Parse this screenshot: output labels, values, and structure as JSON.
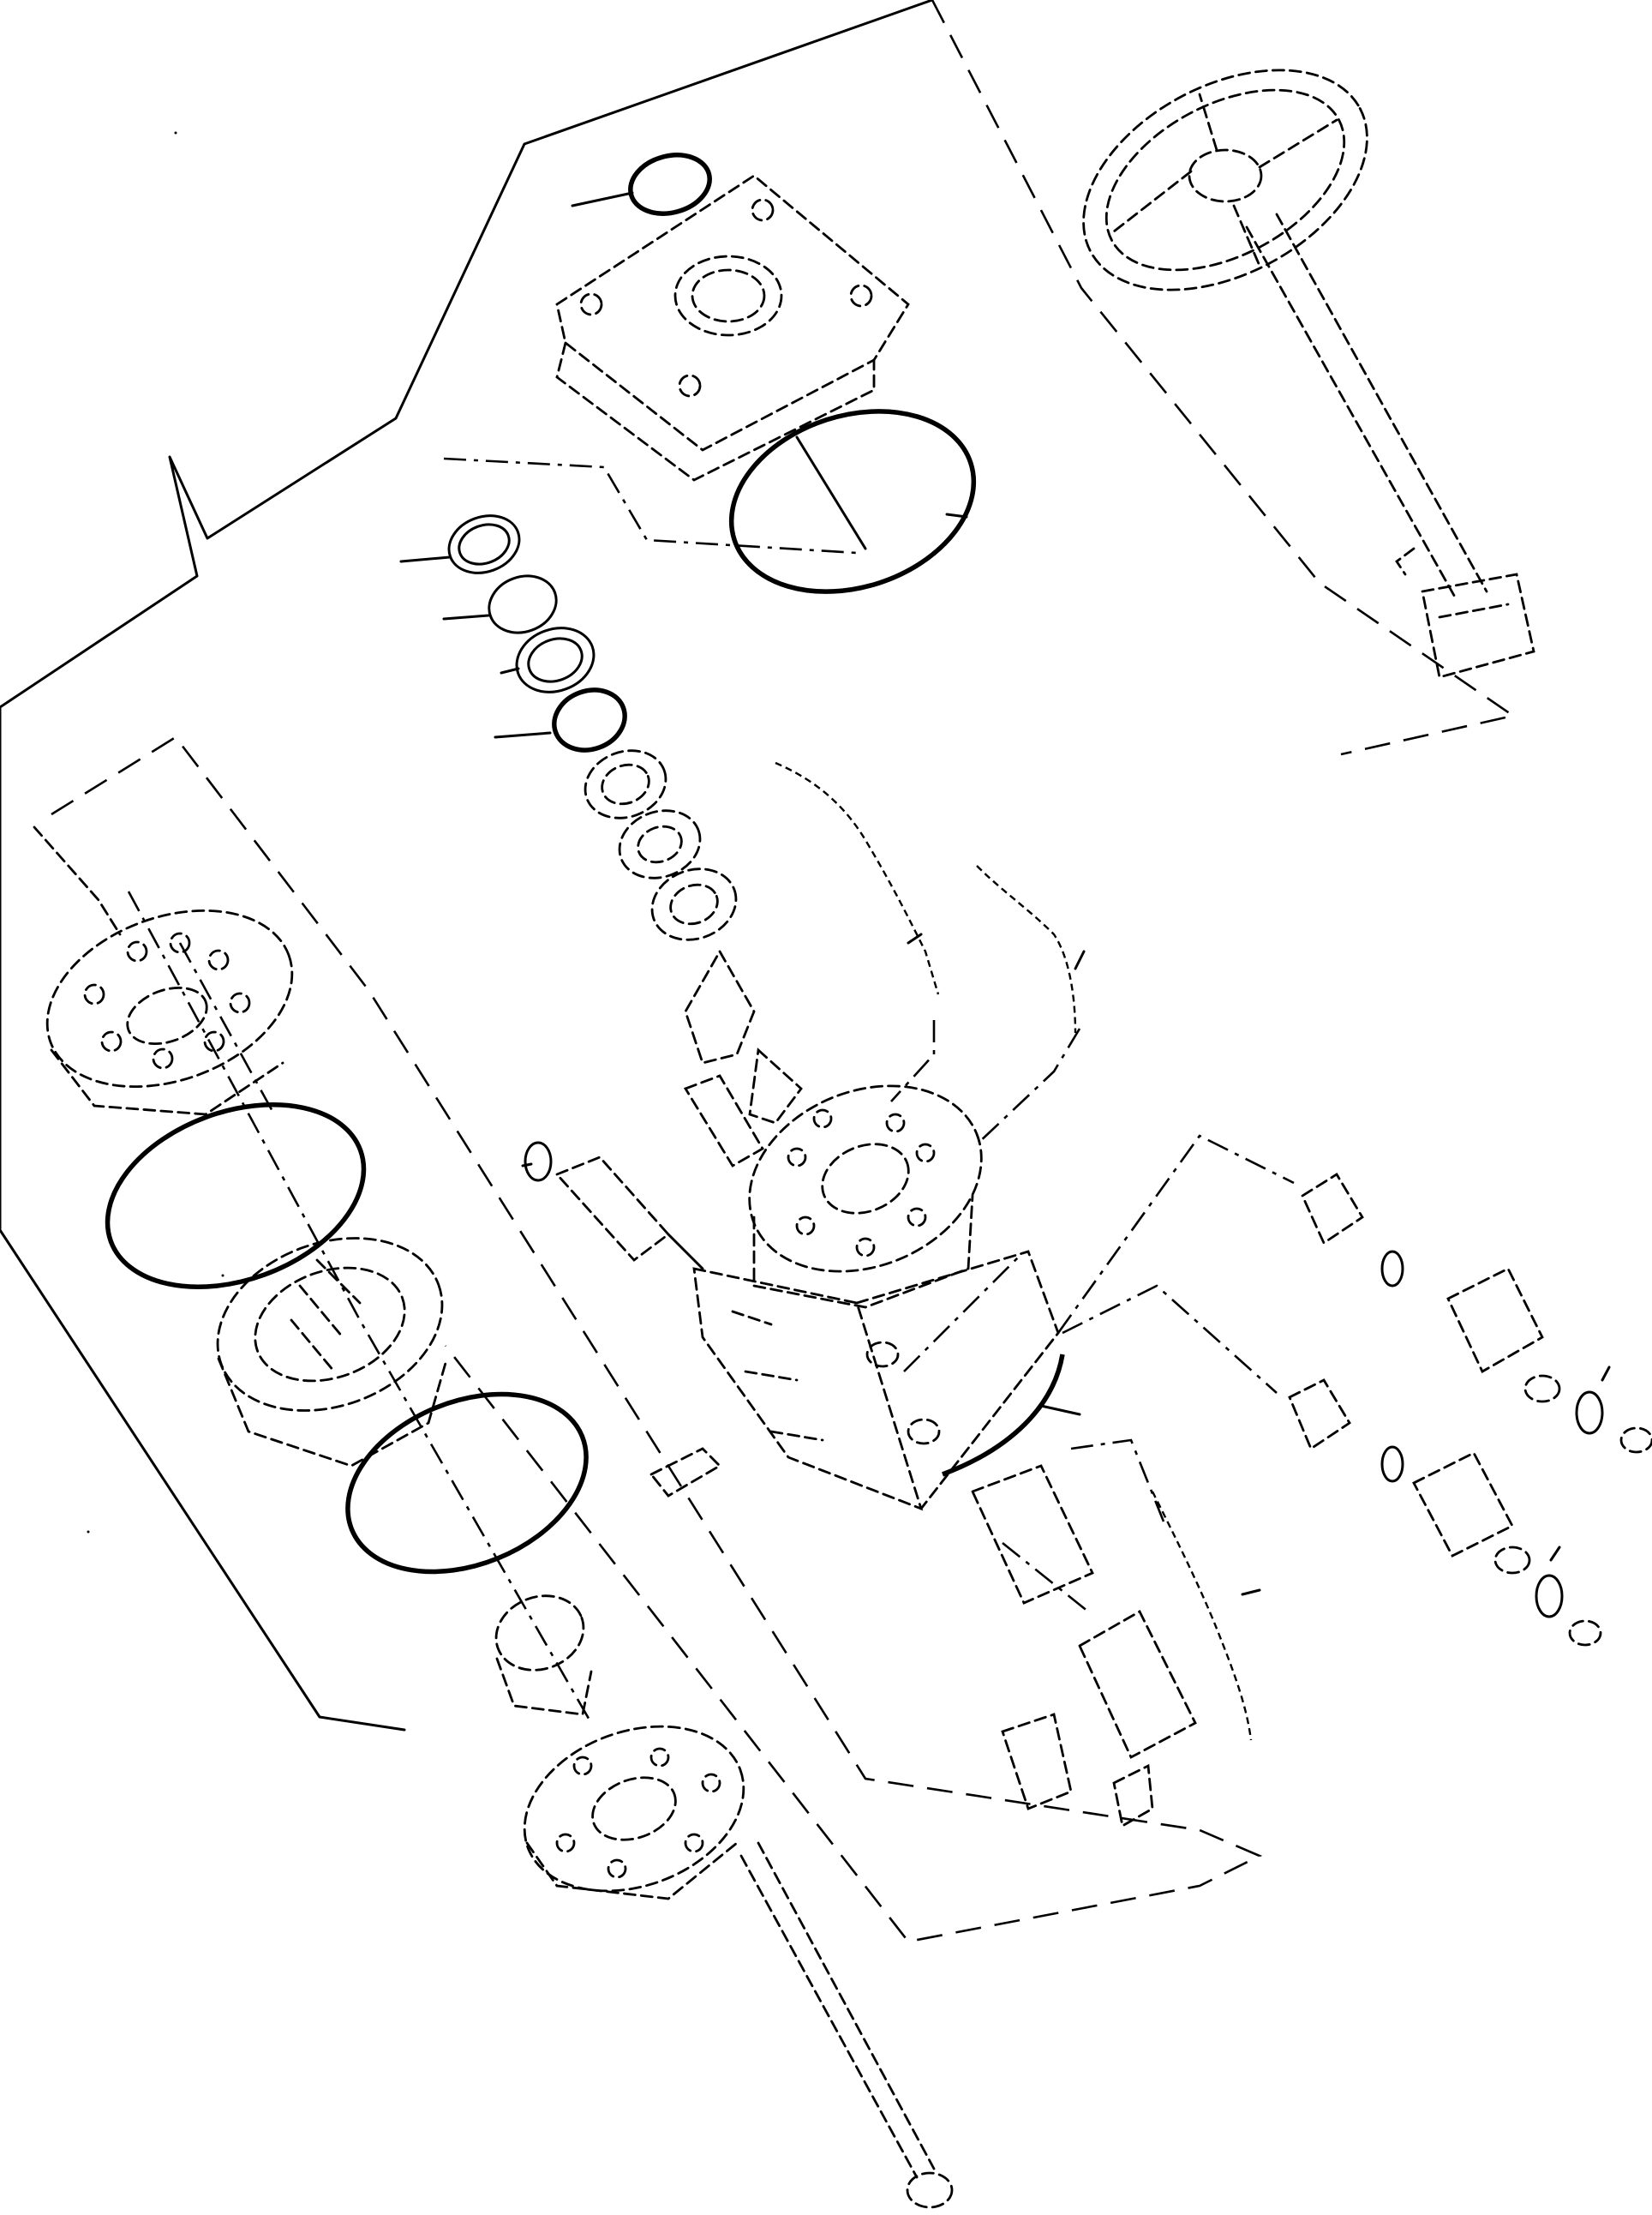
{
  "diagram": {
    "type": "exploded-parts-view",
    "callout_labels": [],
    "colors": {
      "line": "#000000",
      "background": "#ffffff"
    },
    "components": [
      "steering-wheel",
      "steering-column",
      "top-cover-plate",
      "large-o-ring",
      "shaft-seal-stack",
      "valve-spool-sleeve",
      "steering-valve-housing",
      "relief-valve-cartridges",
      "check-valve-kits",
      "gerotor-plate",
      "gerotor-set",
      "end-cap",
      "drive-shaft",
      "mounting-bolts"
    ]
  }
}
